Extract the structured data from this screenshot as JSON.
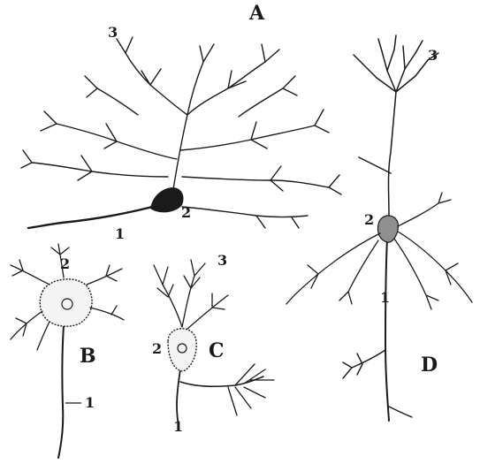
{
  "figure": {
    "panels": [
      {
        "id": "A",
        "letter": "A",
        "labels": [
          "1",
          "2",
          "3"
        ]
      },
      {
        "id": "B",
        "letter": "B",
        "labels": [
          "1",
          "2"
        ]
      },
      {
        "id": "C",
        "letter": "C",
        "labels": [
          "1",
          "2",
          "3"
        ]
      },
      {
        "id": "D",
        "letter": "D",
        "labels": [
          "1",
          "2",
          "3"
        ]
      }
    ],
    "colors": {
      "ink": "#1a1a1a",
      "paper": "#ffffff"
    }
  }
}
